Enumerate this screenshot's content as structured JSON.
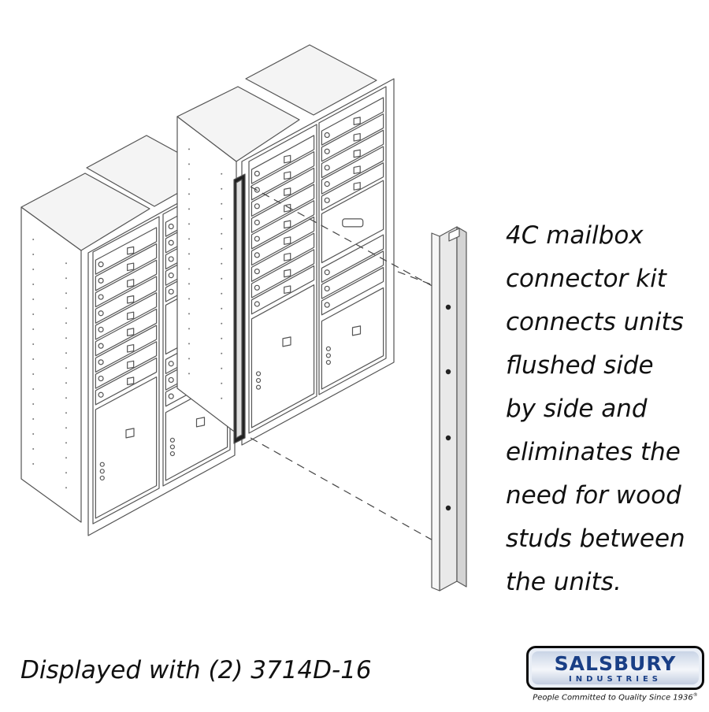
{
  "description": {
    "lines": [
      "4C mailbox",
      "connector kit",
      "connects units",
      "flushed side",
      "by side and",
      "eliminates the",
      "need for wood",
      "studs between",
      "the units."
    ]
  },
  "caption": "Displayed with (2) 3714D-16",
  "logo": {
    "brand": "SALSBURY",
    "subtitle": "INDUSTRIES",
    "tagline": "People Committed to Quality Since 1936",
    "registered": "®",
    "color": "#1a3f86"
  },
  "illustration": {
    "units": "3714D-16",
    "connector": "connector-kit"
  }
}
